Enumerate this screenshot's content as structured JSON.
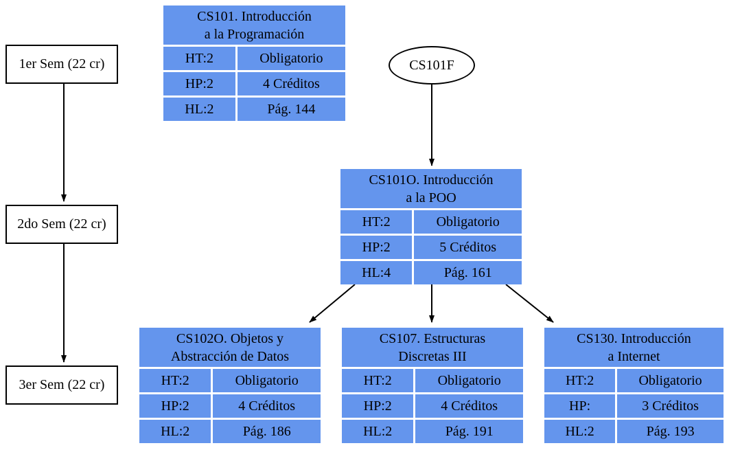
{
  "colors": {
    "node_fill": "#6495ED",
    "arrow": "#000000",
    "background": "#ffffff"
  },
  "semesters": [
    {
      "label": "1er Sem (22 cr)"
    },
    {
      "label": "2do Sem (22 cr)"
    },
    {
      "label": "3er Sem (22 cr)"
    }
  ],
  "prerequisite_node": {
    "label": "CS101F"
  },
  "courses": [
    {
      "code": "CS101",
      "title": "CS101. Introducción\na la Programación",
      "rows": [
        [
          "HT:2",
          "Obligatorio"
        ],
        [
          "HP:2",
          "4 Créditos"
        ],
        [
          "HL:2",
          "Pág. 144"
        ]
      ]
    },
    {
      "code": "CS101O",
      "title": "CS101O. Introducción\na la POO",
      "rows": [
        [
          "HT:2",
          "Obligatorio"
        ],
        [
          "HP:2",
          "5 Créditos"
        ],
        [
          "HL:4",
          "Pág. 161"
        ]
      ]
    },
    {
      "code": "CS102O",
      "title": "CS102O. Objetos y\nAbstracción de Datos",
      "rows": [
        [
          "HT:2",
          "Obligatorio"
        ],
        [
          "HP:2",
          "4 Créditos"
        ],
        [
          "HL:2",
          "Pág. 186"
        ]
      ]
    },
    {
      "code": "CS107",
      "title": "CS107. Estructuras\nDiscretas III",
      "rows": [
        [
          "HT:2",
          "Obligatorio"
        ],
        [
          "HP:2",
          "4 Créditos"
        ],
        [
          "HL:2",
          "Pág. 191"
        ]
      ]
    },
    {
      "code": "CS130",
      "title": "CS130. Introducción\na Internet",
      "rows": [
        [
          "HT:2",
          "Obligatorio"
        ],
        [
          "HP:",
          "3 Créditos"
        ],
        [
          "HL:2",
          "Pág. 193"
        ]
      ]
    }
  ]
}
